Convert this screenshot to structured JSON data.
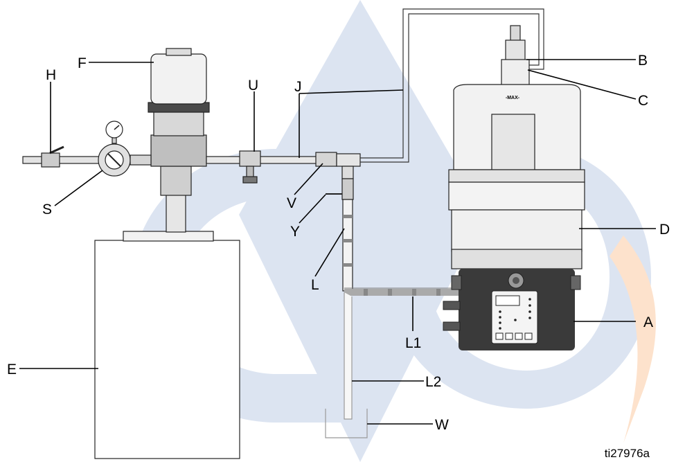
{
  "colors": {
    "watermark_blue": "#dce4f1",
    "watermark_orange": "#fde2cc",
    "part_light": "#f2f2f2",
    "part_mid": "#d9d9d9",
    "part_dark": "#3a3a3a"
  },
  "labels": {
    "A": "A",
    "B": "B",
    "C": "C",
    "D": "D",
    "E": "E",
    "F": "F",
    "H": "H",
    "J": "J",
    "L": "L",
    "L1": "L1",
    "L2": "L2",
    "S": "S",
    "U": "U",
    "V": "V",
    "W": "W",
    "Y": "Y"
  },
  "figure_id": "ti27976a",
  "controller_panel": {
    "max_mark": "-MAX-"
  }
}
